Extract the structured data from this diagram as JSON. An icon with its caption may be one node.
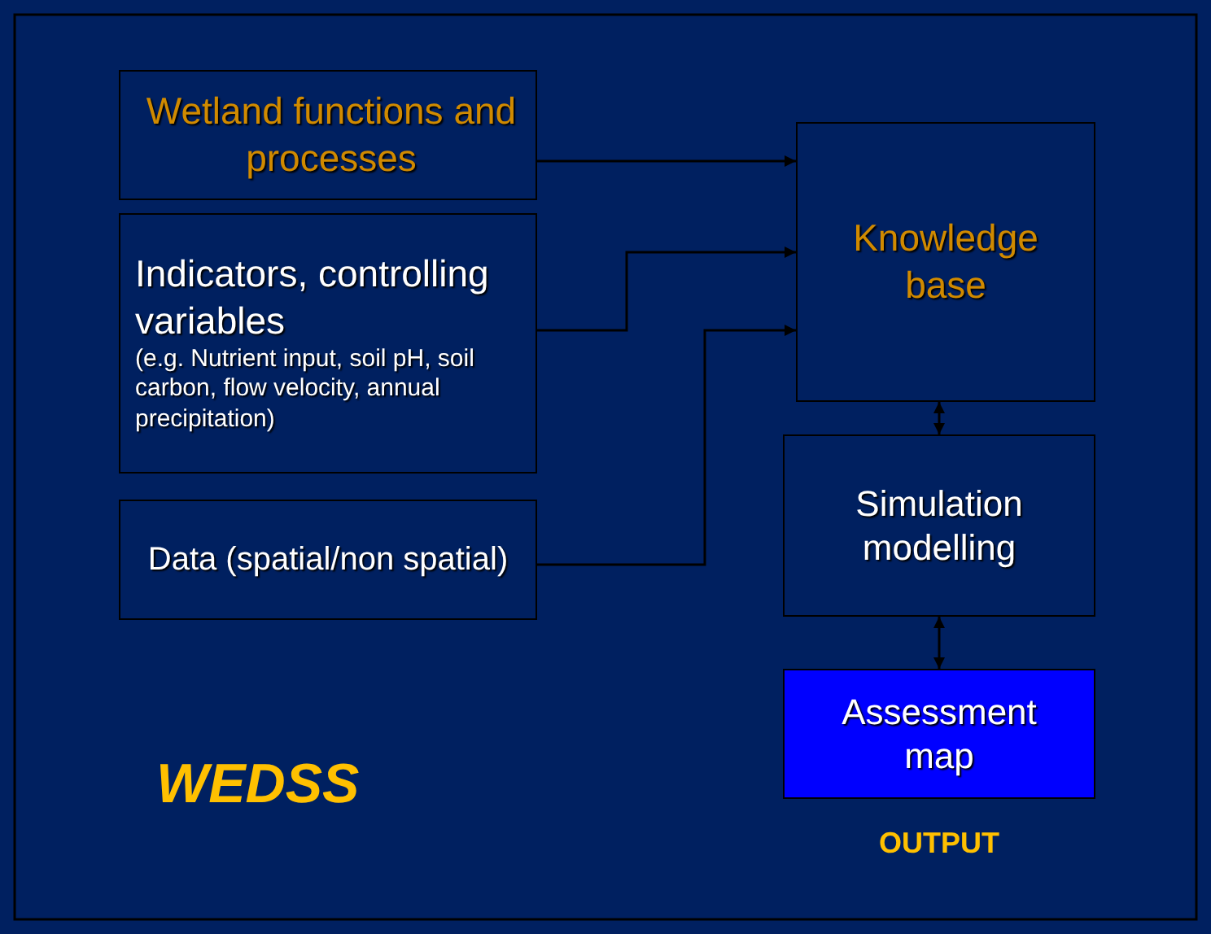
{
  "diagram": {
    "nodes": [
      {
        "text": [
          "Wetland functions and processes"
        ]
      },
      {
        "text": [
          "Indicators, controlling variables",
          "(e.g. Nutrient input, soil pH, soil carbon, flow velocity, annual precipitation)"
        ]
      },
      {
        "text": [
          "Data (spatial/non spatial)"
        ]
      },
      {
        "text": [
          "Knowledge base"
        ]
      },
      {
        "text": [
          "Simulation modelling"
        ]
      },
      {
        "text": [
          "Assessment map"
        ],
        "beside": [
          "OUTPUT"
        ]
      }
    ],
    "edges": [
      {
        "from": 0,
        "to": 3,
        "arrow": "to"
      },
      {
        "from": 1,
        "to": 3,
        "arrow": "to"
      },
      {
        "from": 2,
        "to": 3,
        "arrow": "to"
      },
      {
        "from": 3,
        "to": 4,
        "arrow": "both"
      },
      {
        "from": 4,
        "to": 5,
        "arrow": "both"
      }
    ],
    "labels": [
      "WEDSS"
    ]
  }
}
